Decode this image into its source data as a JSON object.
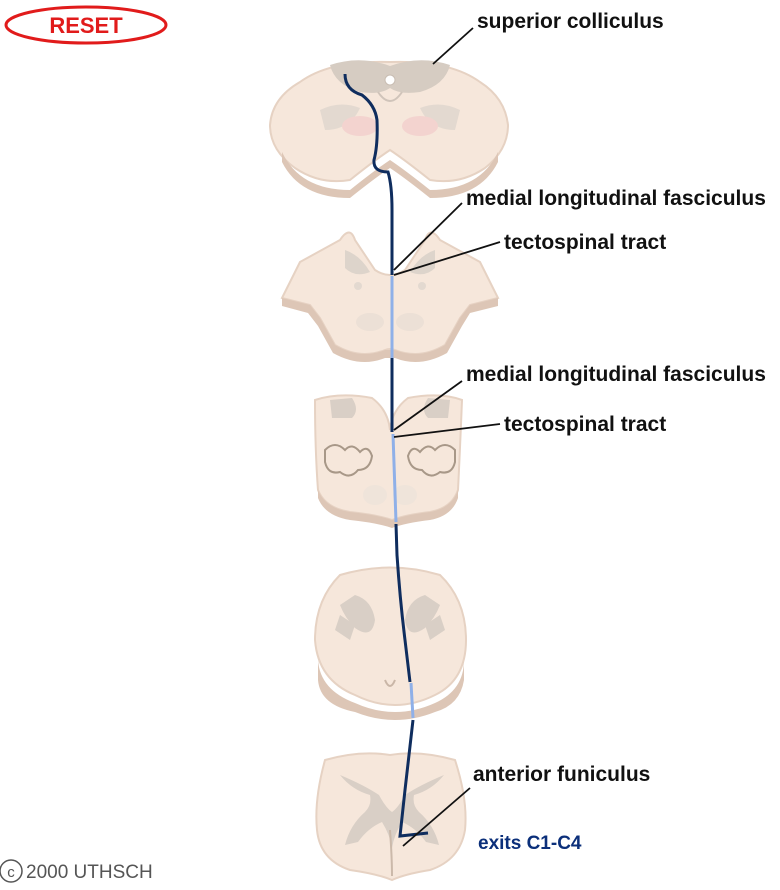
{
  "reset_button": {
    "label": "RESET",
    "color": "#e11b1b"
  },
  "labels": {
    "superior_colliculus": "superior colliculus",
    "mlf_upper": "medial longitudinal fasciculus",
    "tectospinal_upper": "tectospinal tract",
    "mlf_lower": "medial longitudinal fasciculus",
    "tectospinal_lower": "tectospinal tract",
    "anterior_funiculus": "anterior funiculus",
    "exits": "exits C1-C4"
  },
  "copyright": "2000 UTHSCH",
  "colors": {
    "tissue": "#f6e7db",
    "tissue_shadow": "#ddc6b6",
    "gray_matter": "#d9cfc6",
    "pathway_dark": "#0f2d5e",
    "pathway_light": "#8fb0e8",
    "label_blue": "#0b2f7a"
  }
}
